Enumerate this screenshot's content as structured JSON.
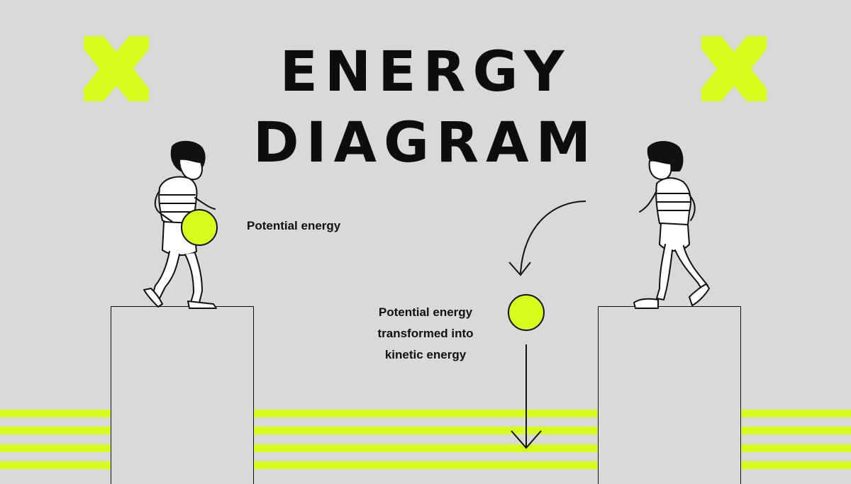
{
  "title": "ENERGY DIAGRAM",
  "labels": {
    "potential": "Potential energy",
    "transformed": "Potential energy transformed into kinetic energy"
  },
  "colors": {
    "background": "#d9d9d9",
    "accent": "#d7fb1b",
    "ink": "#111111"
  },
  "icons": [
    "x-mark-icon",
    "x-mark-icon",
    "child-with-ball-illustration",
    "child-illustration",
    "ball-icon",
    "curved-arrow-icon",
    "down-arrow-icon"
  ]
}
